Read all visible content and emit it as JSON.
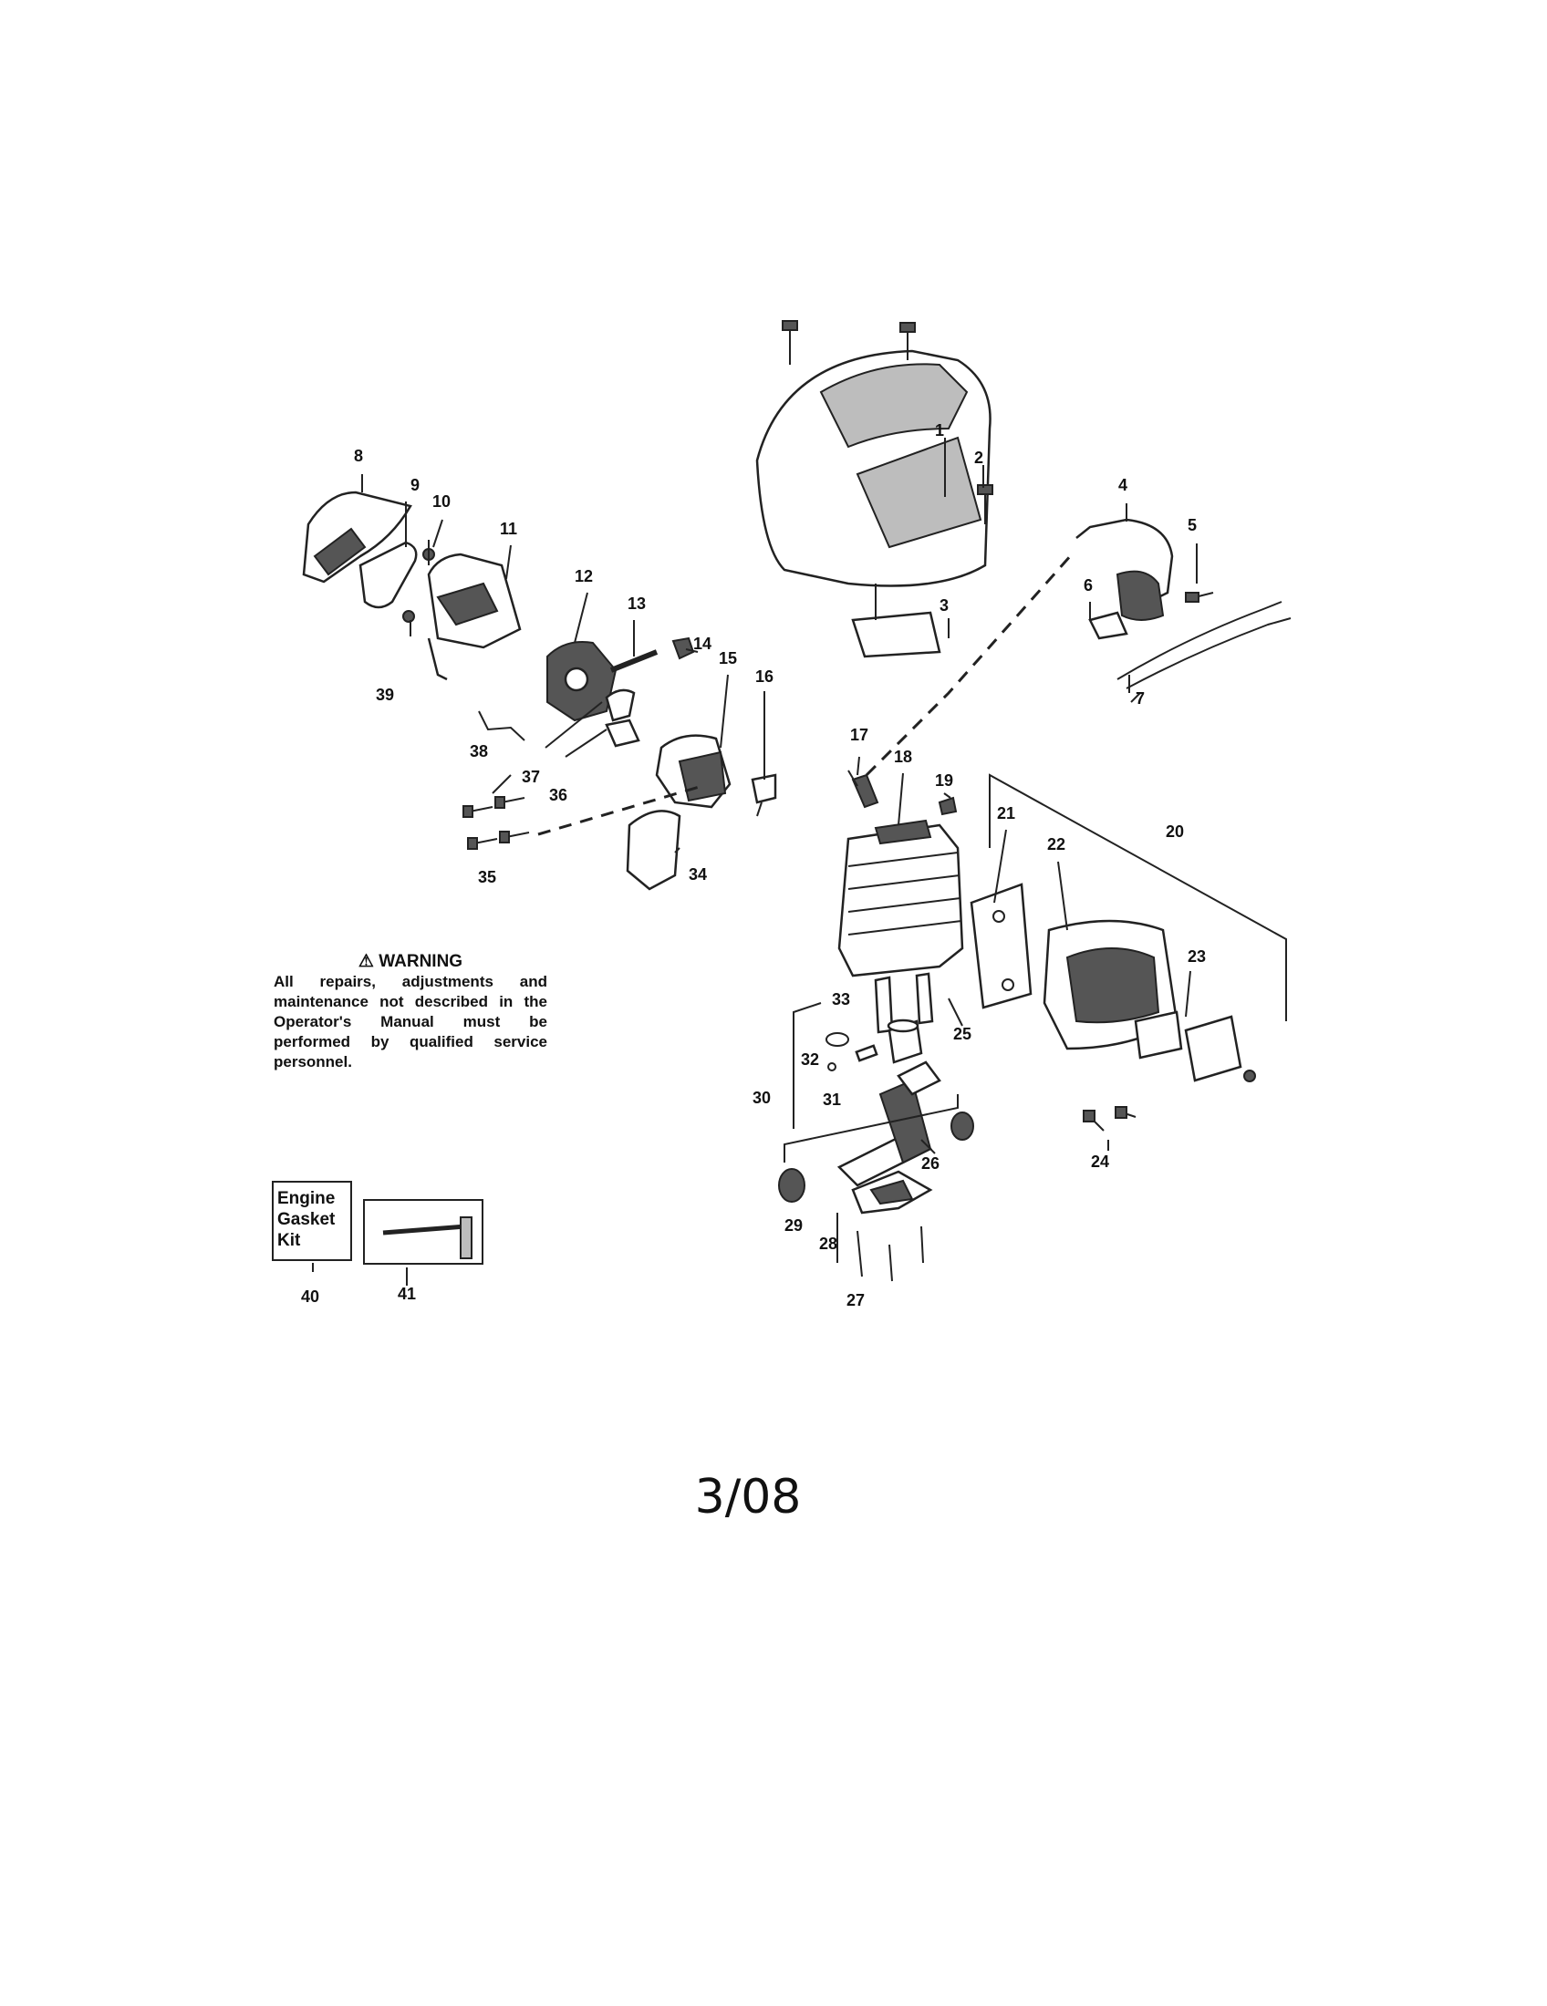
{
  "warning": {
    "icon": "warning-triangle-icon",
    "title": "WARNING",
    "body": "All repairs, adjustments and maintenance not described in the Operator's Manual must be performed by qualified service personnel."
  },
  "kit": {
    "label": "Engine Gasket Kit",
    "number": "40"
  },
  "tool": {
    "number": "41",
    "icon": "t-wrench-icon"
  },
  "footer": {
    "date": "3/08"
  },
  "callouts": [
    "1",
    "2",
    "3",
    "4",
    "5",
    "6",
    "7",
    "8",
    "9",
    "10",
    "11",
    "12",
    "13",
    "14",
    "15",
    "16",
    "17",
    "18",
    "19",
    "20",
    "21",
    "22",
    "23",
    "24",
    "25",
    "26",
    "27",
    "28",
    "29",
    "30",
    "31",
    "32",
    "33",
    "34",
    "35",
    "36",
    "37",
    "38",
    "39"
  ]
}
